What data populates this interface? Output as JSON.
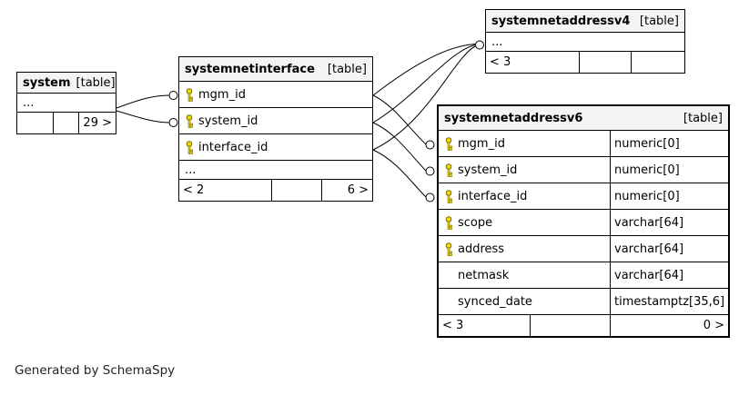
{
  "footer_note": "Generated by SchemaSpy",
  "colors": {
    "key_icon": "#f0dc00",
    "key_icon_outline": "#7a6a00",
    "header_bg": "#f4f4f4",
    "border": "#000000"
  },
  "tables": {
    "system": {
      "name": "system",
      "tag": "[table]",
      "ellipsis": "...",
      "footer": {
        "left": "",
        "mid": "",
        "right": "29 >"
      }
    },
    "systemnetinterface": {
      "name": "systemnetinterface",
      "tag": "[table]",
      "ellipsis": "...",
      "columns": [
        {
          "name": "mgm_id",
          "key": true
        },
        {
          "name": "system_id",
          "key": true
        },
        {
          "name": "interface_id",
          "key": true
        }
      ],
      "footer": {
        "left": "< 2",
        "mid": "",
        "right": "6 >"
      }
    },
    "systemnetaddressv4": {
      "name": "systemnetaddressv4",
      "tag": "[table]",
      "ellipsis": "...",
      "footer": {
        "left": "< 3",
        "mid": "",
        "right": ""
      }
    },
    "systemnetaddressv6": {
      "name": "systemnetaddressv6",
      "tag": "[table]",
      "columns": [
        {
          "name": "mgm_id",
          "type": "numeric[0]",
          "key": true
        },
        {
          "name": "system_id",
          "type": "numeric[0]",
          "key": true
        },
        {
          "name": "interface_id",
          "type": "numeric[0]",
          "key": true
        },
        {
          "name": "scope",
          "type": "varchar[64]",
          "key": true
        },
        {
          "name": "address",
          "type": "varchar[64]",
          "key": true
        },
        {
          "name": "netmask",
          "type": "varchar[64]",
          "key": false
        },
        {
          "name": "synced_date",
          "type": "timestamptz[35,6]",
          "key": false
        }
      ],
      "footer": {
        "left": "< 3",
        "mid": "",
        "right": "0 >"
      }
    }
  }
}
